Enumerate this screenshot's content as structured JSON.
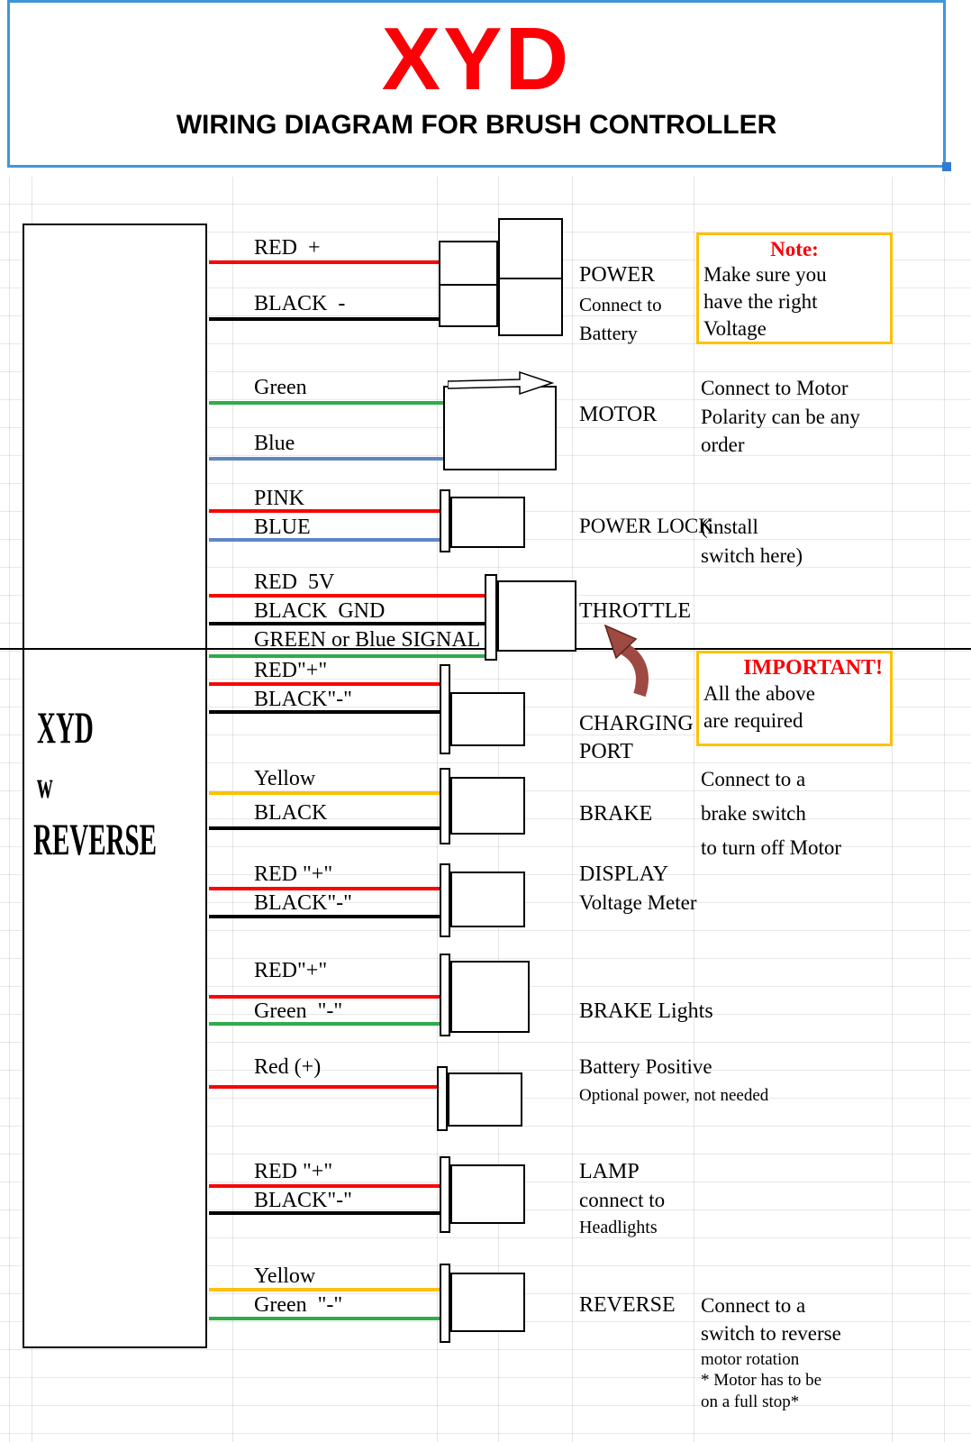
{
  "header": {
    "brand": "XYD",
    "title": "WIRING DIAGRAM FOR BRUSH CONTROLLER"
  },
  "controller": {
    "line1": "XYD",
    "line2": "w",
    "line3": "REVERSE"
  },
  "colors": {
    "header_border": "#3f96d8",
    "brand_red": "#fb0006",
    "accent": "#ffc000",
    "wire_red": "#f90606",
    "wire_black": "#000000",
    "wire_green": "#2eac4a",
    "wire_blue": "#6285c2",
    "wire_yellow": "#ffc000",
    "arrow": "#9e4a42"
  },
  "power": {
    "wire1": "RED  +",
    "wire2": "BLACK  -",
    "name": "POWER",
    "sub1": "Connect to",
    "sub2": "Battery",
    "note_title": "Note:",
    "note1": "Make sure you",
    "note2": "have the right",
    "note3": "Voltage"
  },
  "motor": {
    "wire1": "Green",
    "wire2": "Blue",
    "name": "MOTOR",
    "desc1": "Connect to Motor",
    "desc2": "Polarity can be any",
    "desc3": "order"
  },
  "lock": {
    "wire1": "PINK",
    "wire2": "BLUE",
    "name": "POWER LOCK",
    "desc1": "(install",
    "desc2": "switch here)"
  },
  "throttle": {
    "wire1": "RED  5V",
    "wire2": "BLACK  GND",
    "wire3": "GREEN or Blue SIGNAL",
    "name": "THROTTLE",
    "imp_title": "IMPORTANT!",
    "imp1": "All the above",
    "imp2": "are required"
  },
  "charging": {
    "wire1": "RED\"+\"",
    "wire2": "BLACK\"-\"",
    "name1": "CHARGING",
    "name2": "PORT"
  },
  "brake": {
    "wire1": "Yellow",
    "wire2": "BLACK",
    "name": "BRAKE",
    "desc1": "Connect to a",
    "desc2": "brake switch",
    "desc3": "to turn off Motor"
  },
  "display": {
    "wire1": "RED \"+\"",
    "wire2": "BLACK\"-\"",
    "name1": "DISPLAY",
    "name2": "Voltage Meter"
  },
  "brakelights": {
    "wire1": "RED\"+\"",
    "wire2": "Green  \"-\"",
    "name": "BRAKE Lights"
  },
  "battpos": {
    "wire1": "Red (+)",
    "name": "Battery Positive",
    "sub": "Optional power, not needed"
  },
  "lamp": {
    "wire1": "RED \"+\"",
    "wire2": "BLACK\"-\"",
    "name1": "LAMP",
    "name2": "connect to",
    "name3": "Headlights"
  },
  "reverse": {
    "wire1": "Yellow",
    "wire2": "Green  \"-\"",
    "name": "REVERSE",
    "desc1": "Connect to a",
    "desc2": "switch to reverse",
    "desc3": "motor rotation",
    "desc4": "* Motor has to be",
    "desc5": "on a full stop*"
  }
}
